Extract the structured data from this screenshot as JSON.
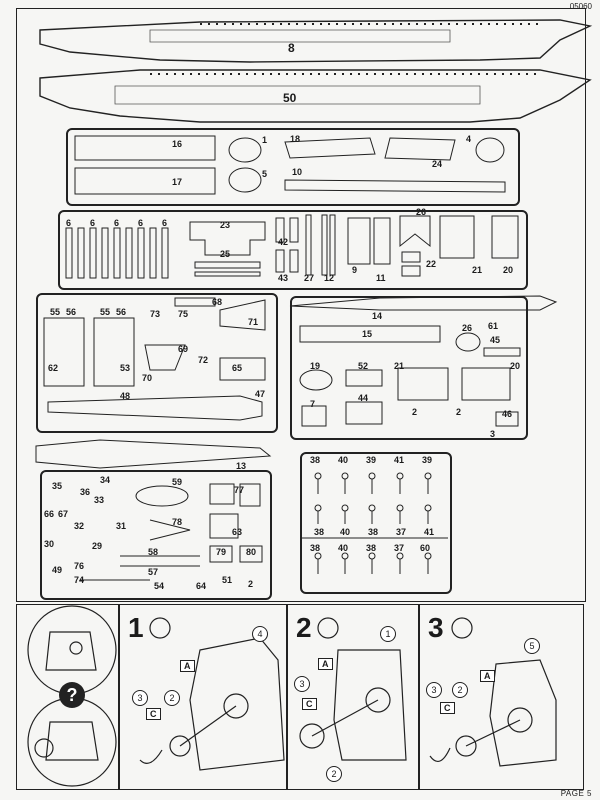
{
  "document": {
    "code": "05060",
    "page_label": "PAGE 5"
  },
  "hull_parts": [
    "8",
    "50"
  ],
  "sprue_a_labels": [
    "16",
    "17",
    "1",
    "5",
    "18",
    "10",
    "4",
    "24"
  ],
  "sprue_b_labels": [
    "6",
    "6",
    "6",
    "6",
    "6",
    "23",
    "42",
    "43",
    "27",
    "12",
    "25",
    "9",
    "11",
    "26",
    "22",
    "21",
    "20"
  ],
  "sprue_c_labels": [
    "55",
    "56",
    "55",
    "56",
    "62",
    "53",
    "73",
    "75",
    "68",
    "71",
    "69",
    "70",
    "72",
    "65",
    "48",
    "47"
  ],
  "sprue_d_labels": [
    "14",
    "15",
    "26",
    "61",
    "45",
    "19",
    "52",
    "21",
    "20",
    "7",
    "44",
    "2",
    "2",
    "46",
    "3"
  ],
  "sprue_e_labels": [
    "13",
    "35",
    "36",
    "34",
    "33",
    "59",
    "77",
    "66",
    "67",
    "32",
    "31",
    "78",
    "63",
    "30",
    "29",
    "58",
    "79",
    "80",
    "49",
    "76",
    "57",
    "74",
    "54",
    "64",
    "51",
    "2"
  ],
  "sprue_f_labels": [
    "38",
    "40",
    "39",
    "41",
    "39",
    "38",
    "40",
    "38",
    "37",
    "41",
    "38",
    "40",
    "38",
    "37",
    "60"
  ],
  "steps": [
    {
      "number": "1",
      "callouts": [
        "3",
        "2",
        "4"
      ],
      "flags": [
        "A",
        "C"
      ]
    },
    {
      "number": "2",
      "callouts": [
        "3",
        "2",
        "1"
      ],
      "flags": [
        "A",
        "C"
      ]
    },
    {
      "number": "3",
      "callouts": [
        "3",
        "2",
        "5"
      ],
      "flags": [
        "A",
        "C"
      ]
    }
  ],
  "question_mark": "?",
  "icons": [
    "glue-tube-icon",
    "question-icon"
  ]
}
